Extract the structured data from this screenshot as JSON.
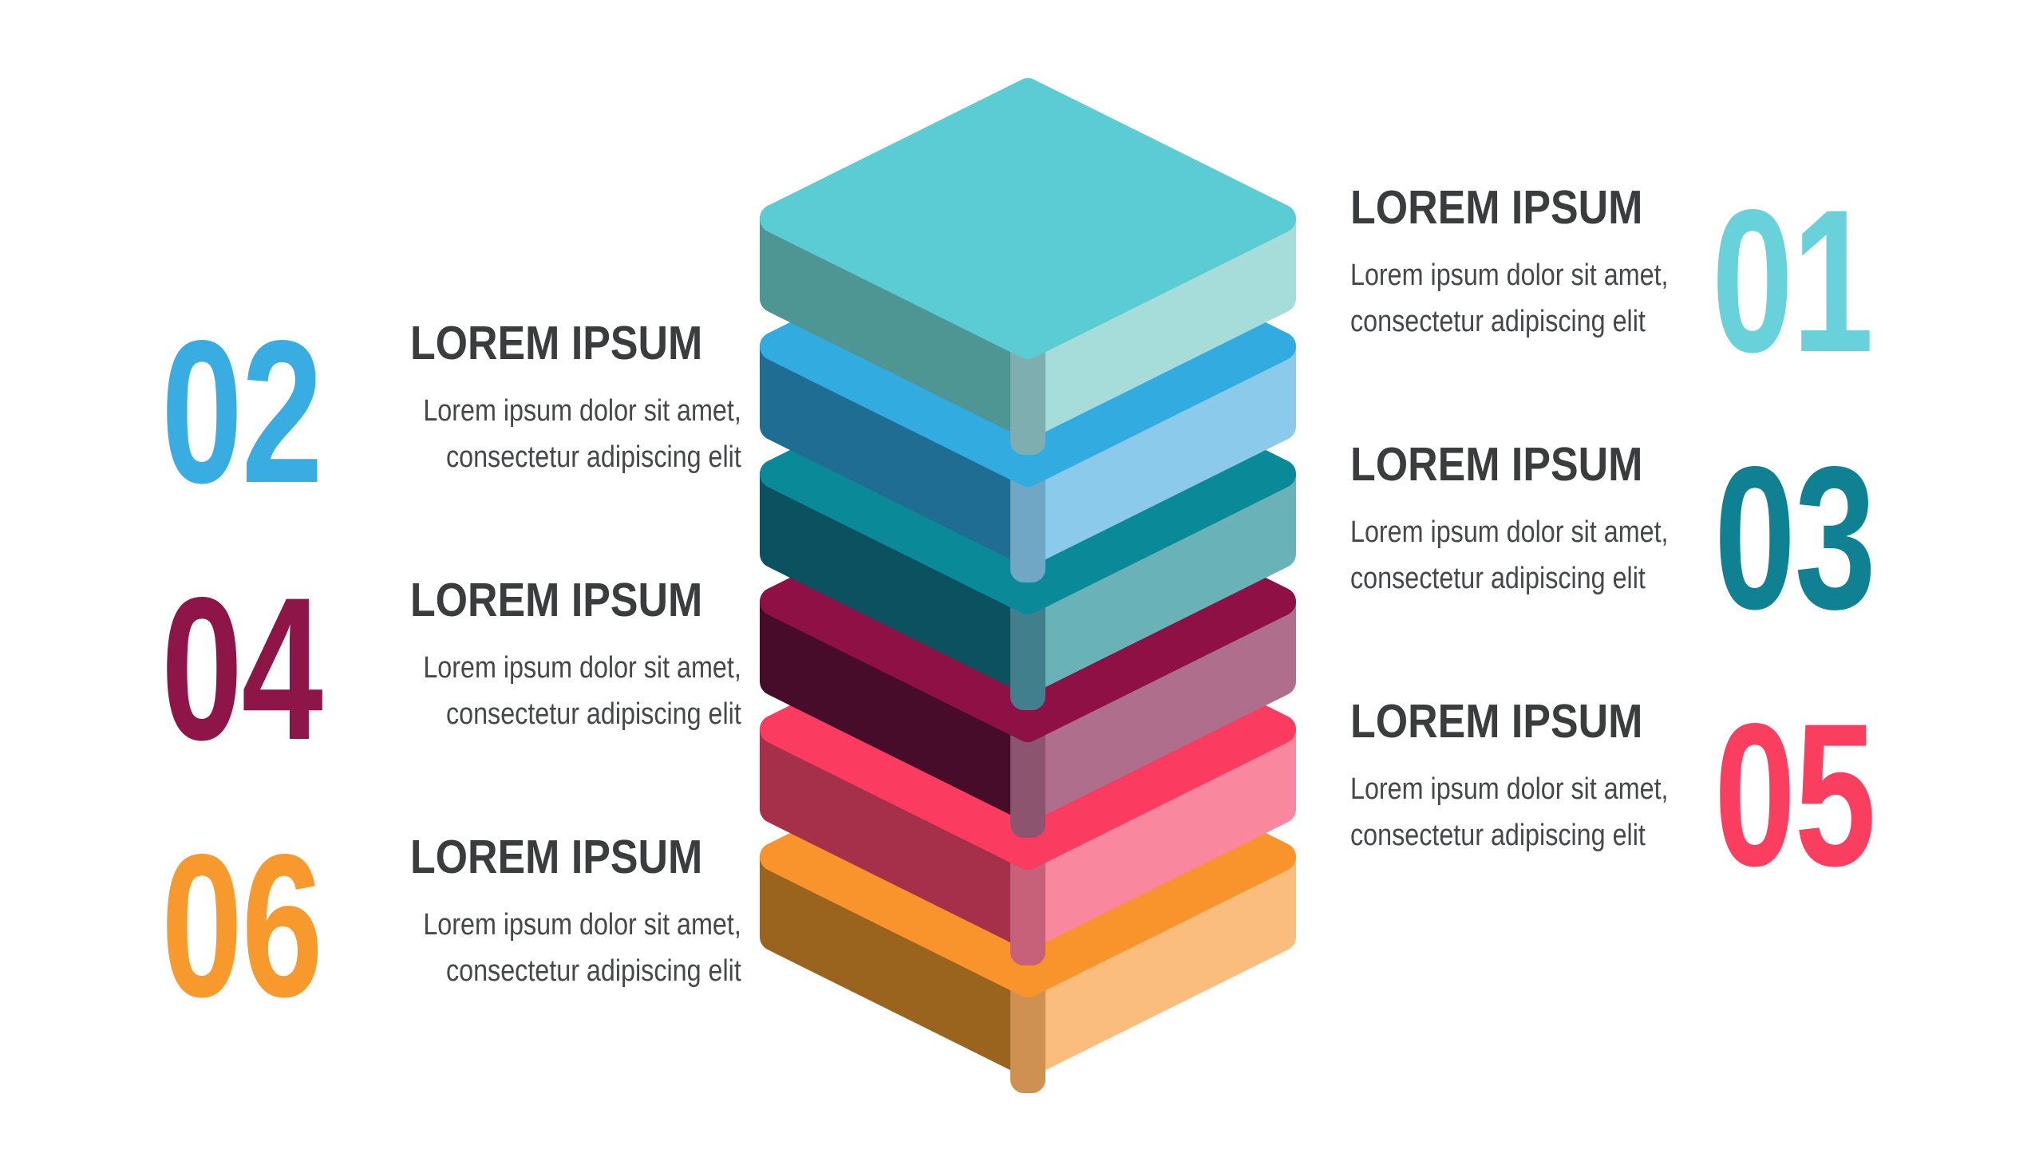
{
  "background_color": "#ffffff",
  "text_colors": {
    "title": "#3b3c3e",
    "body": "#45474a"
  },
  "blocks": [
    {
      "number": "01",
      "number_color": "#68d1da",
      "side": "right",
      "title": "LOREM IPSUM",
      "body": [
        "Lorem ipsum dolor sit amet,",
        "consectetur adipiscing elit"
      ]
    },
    {
      "number": "02",
      "number_color": "#39ace2",
      "side": "left",
      "title": "LOREM IPSUM",
      "body": [
        "Lorem ipsum dolor sit amet,",
        "consectetur adipiscing elit"
      ]
    },
    {
      "number": "03",
      "number_color": "#0f8193",
      "side": "right",
      "title": "LOREM IPSUM",
      "body": [
        "Lorem ipsum dolor sit amet,",
        "consectetur adipiscing elit"
      ]
    },
    {
      "number": "04",
      "number_color": "#8e1548",
      "side": "left",
      "title": "LOREM IPSUM",
      "body": [
        "Lorem ipsum dolor sit amet,",
        "consectetur adipiscing elit"
      ]
    },
    {
      "number": "05",
      "number_color": "#fa3e60",
      "side": "right",
      "title": "LOREM IPSUM",
      "body": [
        "Lorem ipsum dolor sit amet,",
        "consectetur adipiscing elit"
      ]
    },
    {
      "number": "06",
      "number_color": "#f8992e",
      "side": "left",
      "title": "LOREM IPSUM",
      "body": [
        "Lorem ipsum dolor sit amet,",
        "consectetur adipiscing elit"
      ]
    }
  ],
  "stack": {
    "layers": [
      {
        "name": "layer-1",
        "top": "#5bcbd4",
        "left": "#4e9693",
        "right": "#a6dcd9",
        "corner": "#7faeb1"
      },
      {
        "name": "layer-2",
        "top": "#32ace0",
        "left": "#206d93",
        "right": "#8bcaeb",
        "corner": "#6fa7c4"
      },
      {
        "name": "layer-3",
        "top": "#0a8a99",
        "left": "#0b5160",
        "right": "#68b2b8",
        "corner": "#417f8c"
      },
      {
        "name": "layer-4",
        "top": "#8e1045",
        "left": "#470c29",
        "right": "#b06e8d",
        "corner": "#8d5470"
      },
      {
        "name": "layer-5",
        "top": "#fb3b5f",
        "left": "#a63049",
        "right": "#f9889e",
        "corner": "#c76079"
      },
      {
        "name": "layer-6",
        "top": "#f8942b",
        "left": "#9a641e",
        "right": "#fbbd7d",
        "corner": "#ce9152"
      }
    ]
  }
}
